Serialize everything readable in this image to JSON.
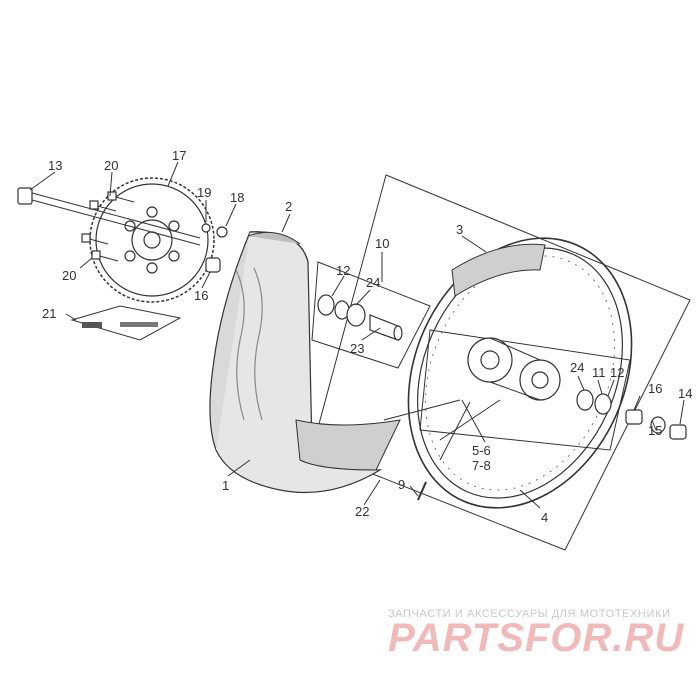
{
  "diagram": {
    "callouts": {
      "c1": "1",
      "c2": "2",
      "c3": "3",
      "c4": "4",
      "c9": "9",
      "c10": "10",
      "c11": "11",
      "c12a": "12",
      "c12b": "12",
      "c13": "13",
      "c14": "14",
      "c15": "15",
      "c16a": "16",
      "c16b": "16",
      "c17": "17",
      "c18": "18",
      "c19": "19",
      "c20a": "20",
      "c20b": "20",
      "c21": "21",
      "c22": "22",
      "c23": "23",
      "c24a": "24",
      "c24b": "24",
      "c56": "5-6",
      "c78": "7-8"
    }
  },
  "watermark": {
    "tagline": "ЗАПЧАСТИ И АКСЕССУАРЫ ДЛЯ МОТОТЕХНИКИ",
    "brand": "PARTSFOR.RU"
  },
  "colors": {
    "line": "#333333",
    "tire": "#d9d9d9",
    "watermark": "#f2b9b9"
  }
}
